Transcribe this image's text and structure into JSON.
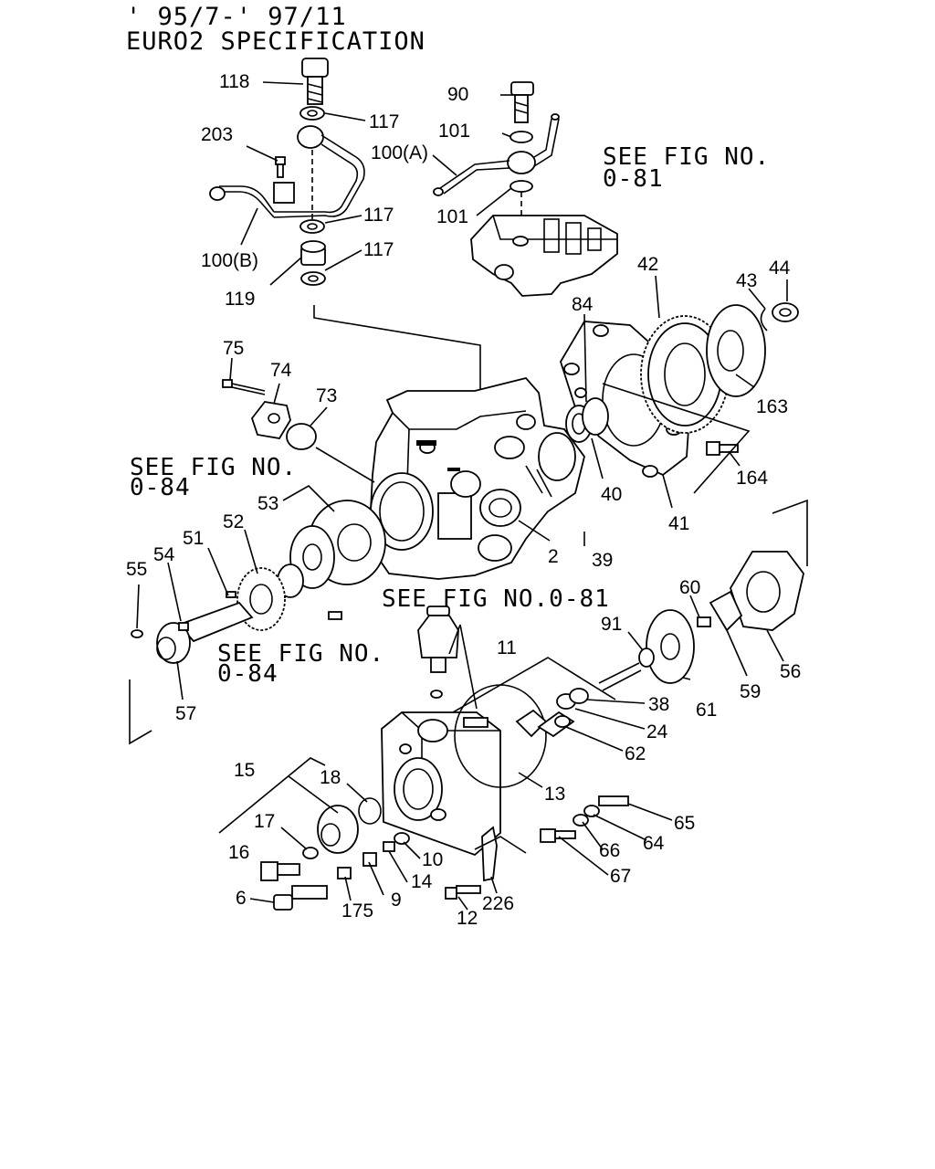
{
  "title": {
    "line1": "' 95/7-' 97/11",
    "line2": "EURO2 SPECIFICATION"
  },
  "references": {
    "fig081_top_line1": "SEE FIG NO.",
    "fig081_top_line2": "0-81",
    "fig084_upper_line1": "SEE FIG NO.",
    "fig084_upper_line2": "0-84",
    "fig081_mid": "SEE FIG NO.0-81",
    "fig084_lower_line1": "SEE FIG NO.",
    "fig084_lower_line2": "0-84"
  },
  "part_labels": {
    "p118": "118",
    "p117a": "117",
    "p203": "203",
    "p117b": "117",
    "p100b": "100(B)",
    "p117c": "117",
    "p119": "119",
    "p90": "90",
    "p101a": "101",
    "p100a": "100(A)",
    "p101b": "101",
    "p42": "42",
    "p43": "43",
    "p44": "44",
    "p84": "84",
    "p163": "163",
    "p75": "75",
    "p74": "74",
    "p73": "73",
    "p164": "164",
    "p40": "40",
    "p41": "41",
    "p53": "53",
    "p52": "52",
    "p51": "51",
    "p54": "54",
    "p55": "55",
    "p2": "2",
    "p39": "39",
    "p60": "60",
    "p91": "91",
    "p11": "11",
    "p56": "56",
    "p59": "59",
    "p61": "61",
    "p57": "57",
    "p38": "38",
    "p24": "24",
    "p62": "62",
    "p13": "13",
    "p15": "15",
    "p18": "18",
    "p17": "17",
    "p16": "16",
    "p65": "65",
    "p64": "64",
    "p66": "66",
    "p10": "10",
    "p14": "14",
    "p67": "67",
    "p6": "6",
    "p175": "175",
    "p9": "9",
    "p226": "226",
    "p12": "12"
  }
}
